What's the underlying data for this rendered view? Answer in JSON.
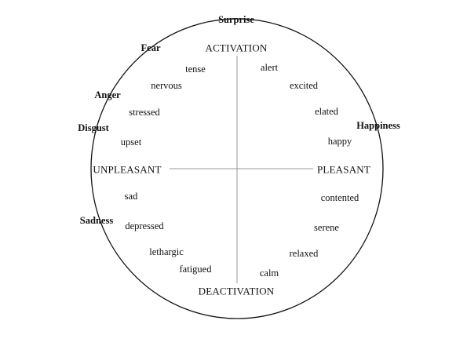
{
  "axes": {
    "top": "ACTIVATION",
    "bottom": "DEACTIVATION",
    "left": "UNPLEASANT",
    "right": "PLEASANT"
  },
  "emotions": {
    "surprise": "Surprise",
    "fear": "Fear",
    "anger": "Anger",
    "disgust": "Disgust",
    "happiness": "Happiness",
    "sadness": "Sadness"
  },
  "affects": {
    "tense": "tense",
    "alert": "alert",
    "nervous": "nervous",
    "excited": "excited",
    "stressed": "stressed",
    "elated": "elated",
    "upset": "upset",
    "happy": "happy",
    "sad": "sad",
    "contented": "contented",
    "depressed": "depressed",
    "serene": "serene",
    "lethargic": "lethargic",
    "relaxed": "relaxed",
    "fatigued": "fatigued",
    "calm": "calm"
  }
}
